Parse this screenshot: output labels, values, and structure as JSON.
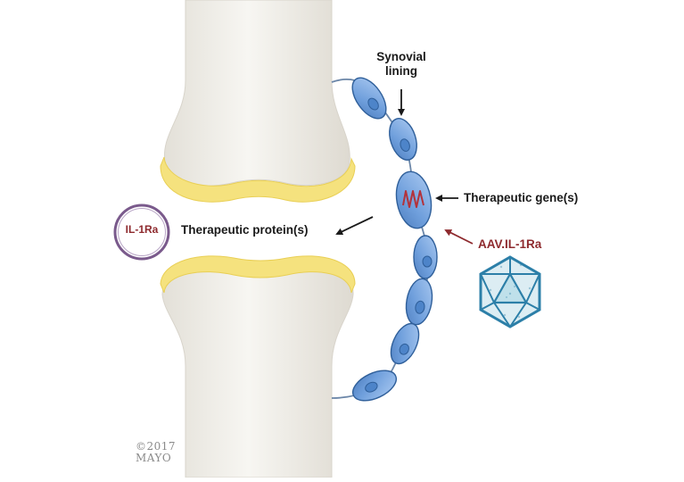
{
  "labels": {
    "synovial_lining_line1": "Synovial",
    "synovial_lining_line2": "lining",
    "therapeutic_gene": "Therapeutic gene(s)",
    "therapeutic_protein": "Therapeutic protein(s)",
    "vector": "AAV.IL-1Ra",
    "protein_circle": "IL-1Ra"
  },
  "copyright": {
    "line1": "©2017",
    "line2": "MAYO"
  },
  "colors": {
    "bone": "#f1efe9",
    "cartilage": "#f5e27e",
    "cell_fill": "#6f9fdc",
    "cell_stroke": "#2f5f9a",
    "nucleus": "#4d84c9",
    "gene": "#b3323a",
    "vector": "#8e2a2e",
    "virus": "#2c7fa8",
    "protein_ring": "#7a5a8c"
  }
}
